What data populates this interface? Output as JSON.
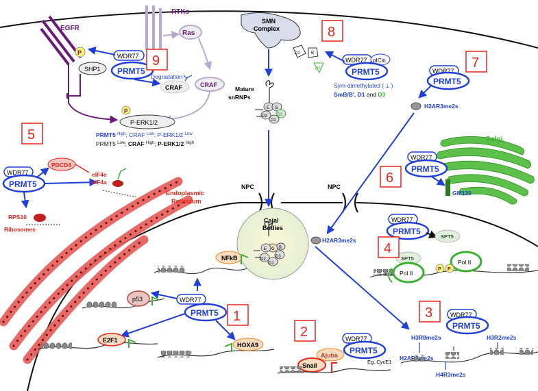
{
  "numbers": [
    "1",
    "2",
    "3",
    "4",
    "5",
    "6",
    "7",
    "8",
    "9"
  ],
  "labels": {
    "wdr77": "WDR77",
    "prmt5": "PRMT5",
    "egfr": "EGFR",
    "rtks": "RTKs",
    "ras": "Ras",
    "craf": "CRAF",
    "shp1": "SHP1",
    "p": "P",
    "degradation": "Degradation",
    "perk": "P-ERK1/2",
    "smn_complex_line1": "SMN",
    "smn_complex_line2": "Complex",
    "plcln": "pICln",
    "mature_line1": "Mature",
    "mature_line2": "snRNPs",
    "sym_line1": "Sym-dimethylated (",
    "sym_line2_a": "SmB/B', ",
    "sym_line2_b": "D1",
    "sym_line2_c": " and ",
    "sym_line2_d": "D3",
    "d1": "D1",
    "d2": "D2",
    "d3": "D3",
    "b": "B",
    "e": "E",
    "g": "G",
    "h2ar3me2s": "H2AR3me2s",
    "golgi": "Golgi",
    "gm130": "GM130",
    "npc": "NPC",
    "cajal_line1": "Cajal",
    "cajal_line2": "Bodies",
    "pdcd4": "PDCD4",
    "eif4e": "eIF4e",
    "eif4a": "eIF4a",
    "rps10": "RPS10",
    "ribosomes": "Ribosomes",
    "er_line1": "Endoplasmic",
    "er_line2": "Reticulum",
    "spt5": "SPT5",
    "pol2": "Pol II",
    "nfkb": "NFkB",
    "p53": "p53",
    "e2f1": "E2F1",
    "hoxa9": "HOXA9",
    "ajuba": "Ajuba",
    "snail": "Snail",
    "cyce1": "Eg. CycE1",
    "h3r8": "H3R8me2s",
    "h3r2": "H3R2me2s",
    "h4r3": "H4R3me2s",
    "legend_1": [
      "PRMT5 ",
      "High",
      "; CRAF ",
      "Low",
      "; P-ERK1/2 ",
      "Low"
    ],
    "legend_2": [
      "PRMT5 ",
      "Low",
      "; ",
      "CRAF ",
      "High",
      "; ",
      "P-ERK1/2 ",
      "High"
    ]
  },
  "colors": {
    "blue": "#1f3fd8",
    "red": "#e8231a",
    "purple": "#6a1b7a",
    "lavender": "#b9a9cf",
    "green": "#3bb033",
    "er": "#e65a57"
  }
}
